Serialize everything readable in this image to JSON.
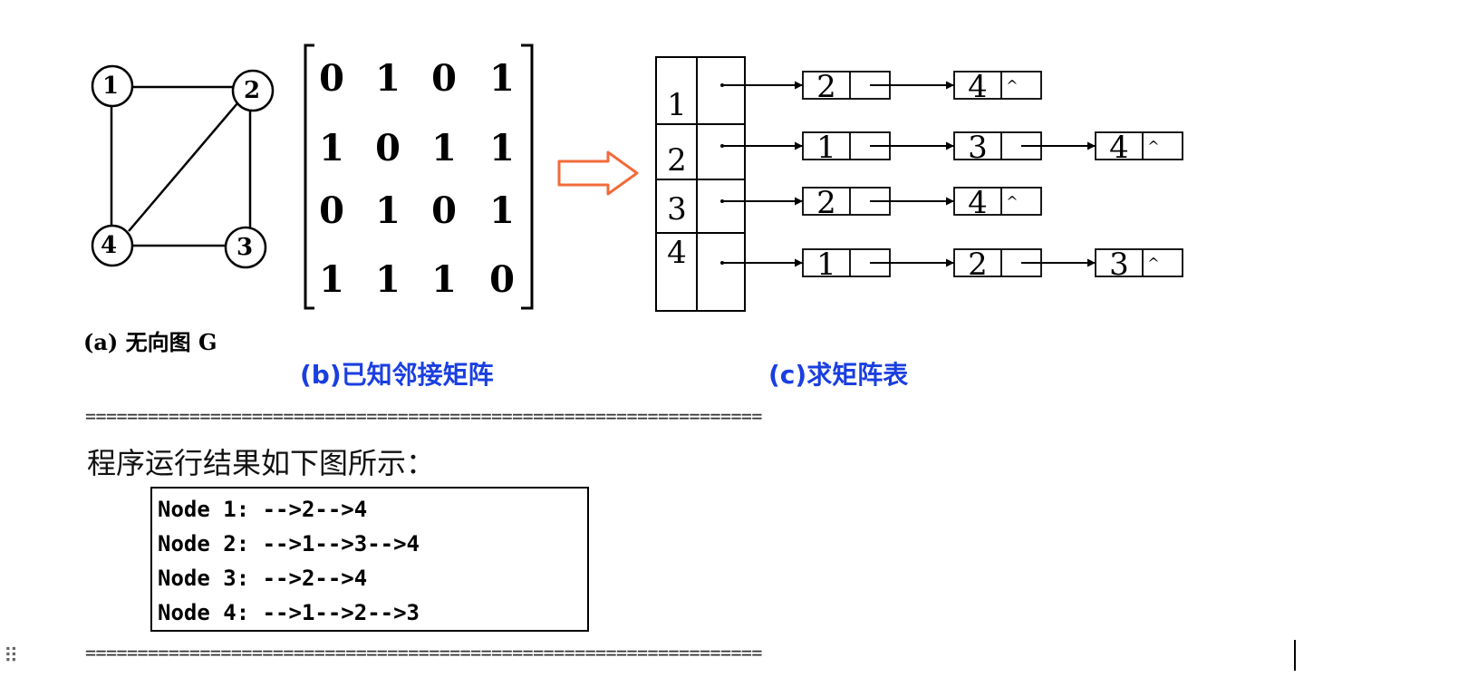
{
  "graph": {
    "nodes": [
      "1",
      "2",
      "3",
      "4"
    ],
    "edges": [
      [
        "1",
        "2"
      ],
      [
        "1",
        "4"
      ],
      [
        "2",
        "3"
      ],
      [
        "2",
        "4"
      ],
      [
        "3",
        "4"
      ]
    ]
  },
  "matrix": [
    [
      "0",
      "1",
      "0",
      "1"
    ],
    [
      "1",
      "0",
      "1",
      "1"
    ],
    [
      "0",
      "1",
      "0",
      "1"
    ],
    [
      "1",
      "1",
      "1",
      "0"
    ]
  ],
  "adjacency_list": {
    "vertices": [
      "1",
      "2",
      "3",
      "4"
    ],
    "null_marker": "^",
    "rows": [
      [
        "2",
        "4"
      ],
      [
        "1",
        "3",
        "4"
      ],
      [
        "2",
        "4"
      ],
      [
        "1",
        "2",
        "3"
      ]
    ]
  },
  "arrow_color": "#f26b3a",
  "caption_color": "#1a3fe0",
  "captions": {
    "a": "(a) 无向图 G",
    "b": "(b)已知邻接矩阵",
    "c": "(c)求矩阵表"
  },
  "divider_text": "=================================================================",
  "result_heading": "程序运行结果如下图所示：",
  "console_lines": [
    "Node 1: -->2-->4",
    "Node 2: -->1-->3-->4",
    "Node 3: -->2-->4",
    "Node 4: -->1-->2-->3"
  ],
  "drag_handle": "⠿"
}
